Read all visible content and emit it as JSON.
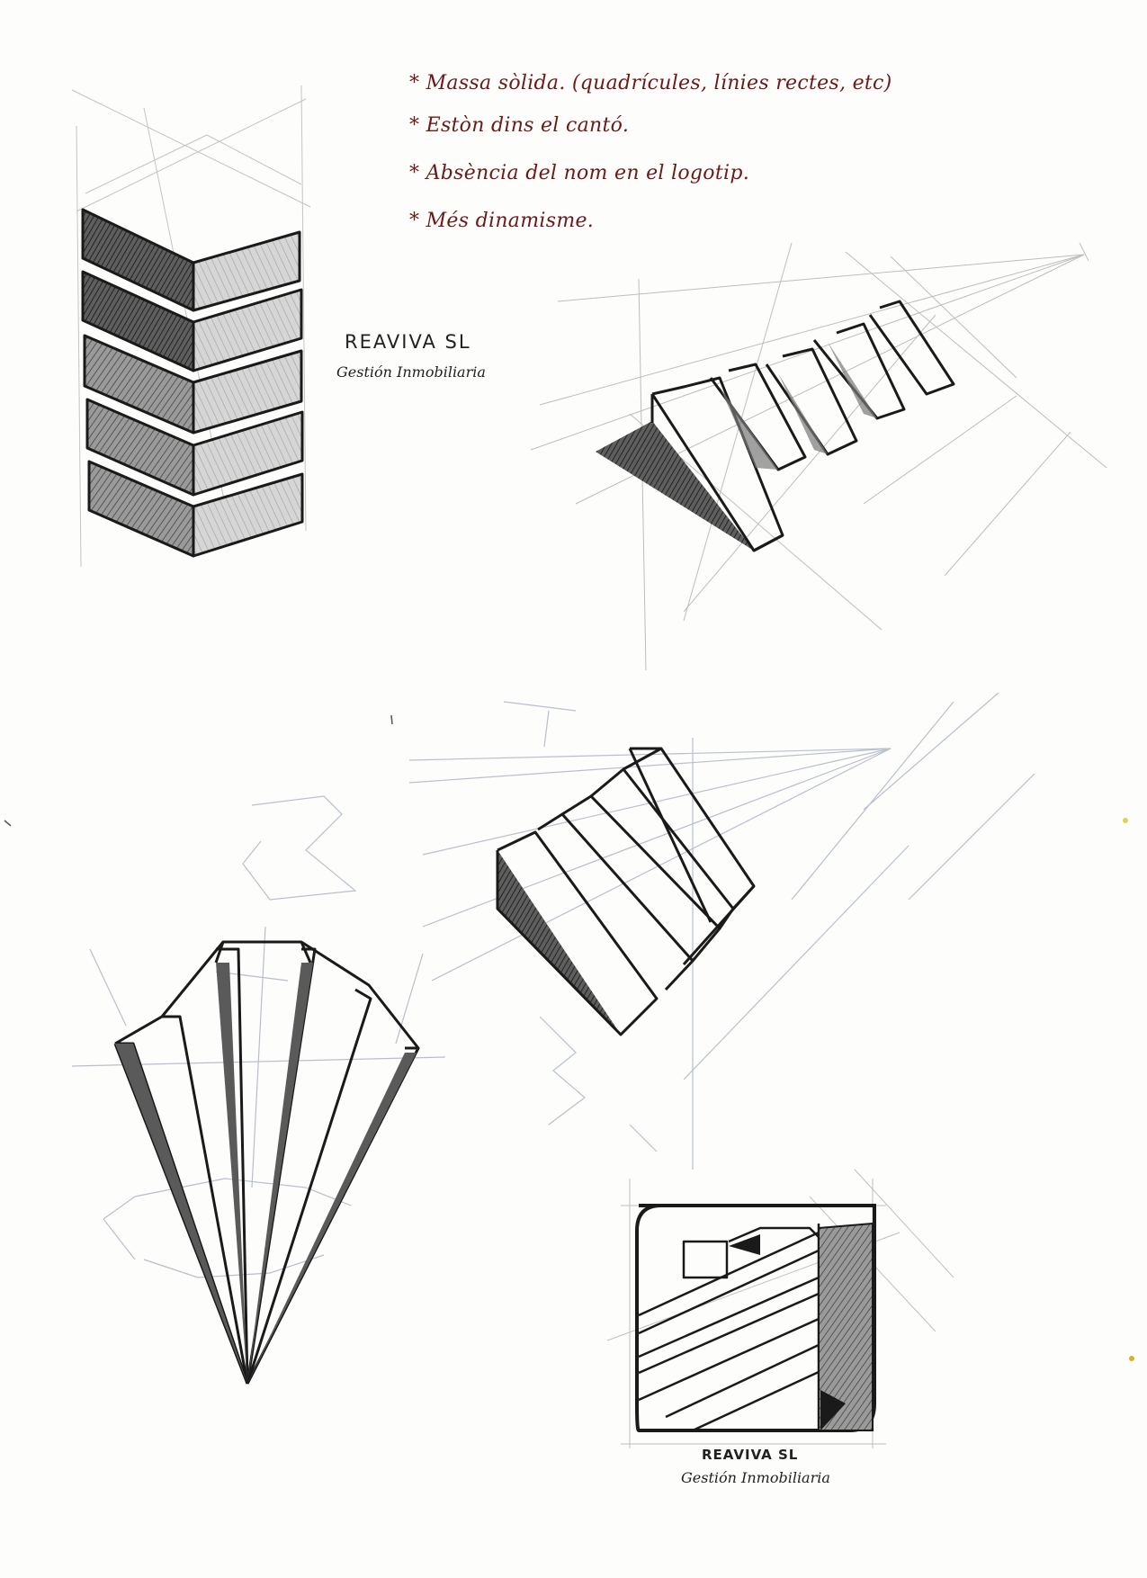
{
  "notes": [
    "* Massa sòlida. (quadrícules, línies rectes, etc)",
    "* Estòn dins el cantó.",
    "* Absència del nom en el logotip.",
    "* Més dinamisme."
  ],
  "brand_top": {
    "name": "REAVIVA SL",
    "subtitle": "Gestión Inmobiliaria"
  },
  "brand_bottom": {
    "name": "REAVIVA SL",
    "subtitle": "Gestión Inmobiliaria"
  },
  "colors": {
    "ink": "#1a1a1a",
    "pencil": "#7a7a7a",
    "construction": "#b9b9b9",
    "annotation": "#6b1a1a",
    "paper": "#fdfdfb"
  }
}
